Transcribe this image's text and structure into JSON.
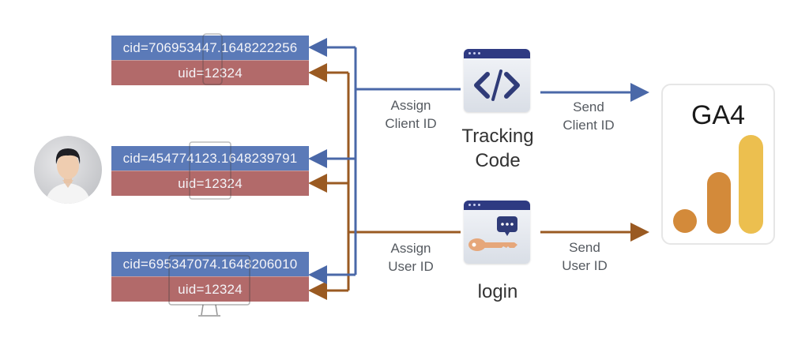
{
  "devices": [
    {
      "name": "phone",
      "cid": "cid=706953447.1648222256",
      "uid": "uid=12324"
    },
    {
      "name": "tablet",
      "cid": "cid=454774123.1648239791",
      "uid": "uid=12324"
    },
    {
      "name": "desktop",
      "cid": "cid=695347074.1648206010",
      "uid": "uid=12324"
    }
  ],
  "user": {
    "icon": "user-avatar-icon"
  },
  "tracking": {
    "icon": "code-window-icon",
    "title_line1": "Tracking",
    "title_line2": "Code",
    "assign_line1": "Assign",
    "assign_line2": "Client ID",
    "send_line1": "Send",
    "send_line2": "Client ID"
  },
  "login": {
    "icon": "key-chat-window-icon",
    "title": "login",
    "assign_line1": "Assign",
    "assign_line2": "User ID",
    "send_line1": "Send",
    "send_line2": "User ID"
  },
  "ga4": {
    "title": "GA4",
    "icon": "analytics-bars-icon"
  },
  "colors": {
    "client_id_flow": "#4a68a8",
    "user_id_flow": "#9a5a22",
    "cid_box": "#5b7ab8",
    "uid_box": "#b26a6a",
    "ga4_bar_small": "#d38a3a",
    "ga4_bar_mid": "#d38a3a",
    "ga4_bar_tall": "#ecbf4f"
  }
}
